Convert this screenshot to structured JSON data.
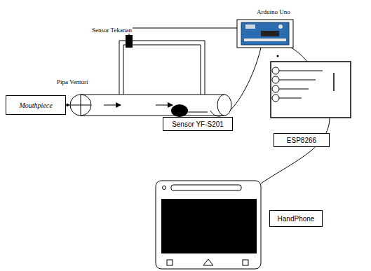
{
  "diagram": {
    "nodes": [
      {
        "text": [
          "Mouthpiece"
        ]
      },
      {
        "text": [
          "Sensor YF-S201"
        ]
      },
      {
        "text": [
          "ESP8266"
        ]
      },
      {
        "text": [
          "HandPhone"
        ]
      }
    ],
    "labels": [
      "Arduino Uno",
      "Sensor Tekanan",
      "Pipa Venturi"
    ]
  }
}
